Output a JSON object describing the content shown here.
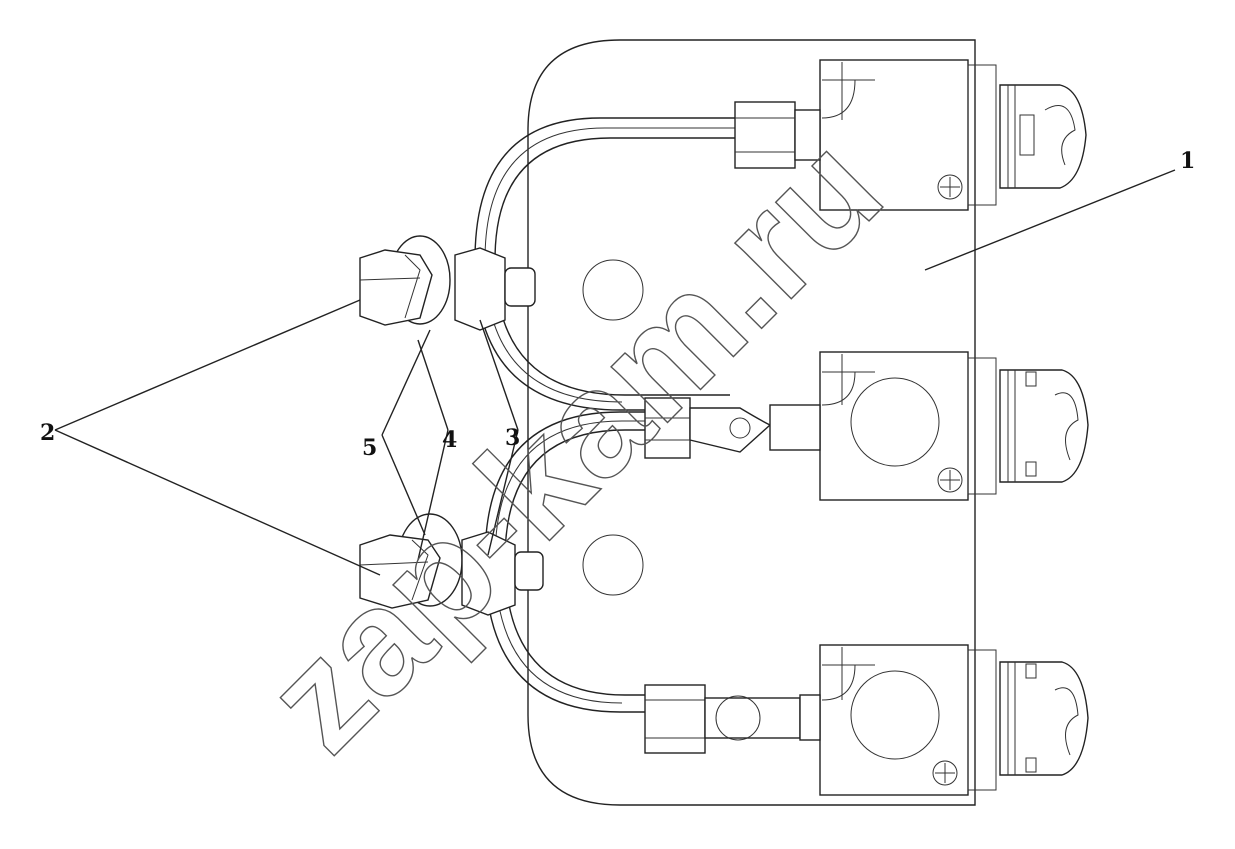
{
  "diagram": {
    "callouts": [
      {
        "id": "callout-1",
        "label": "1"
      },
      {
        "id": "callout-2",
        "label": "2"
      },
      {
        "id": "callout-3",
        "label": "3"
      },
      {
        "id": "callout-4",
        "label": "4"
      },
      {
        "id": "callout-5",
        "label": "5"
      }
    ],
    "watermark": "zap-kam.ru"
  }
}
